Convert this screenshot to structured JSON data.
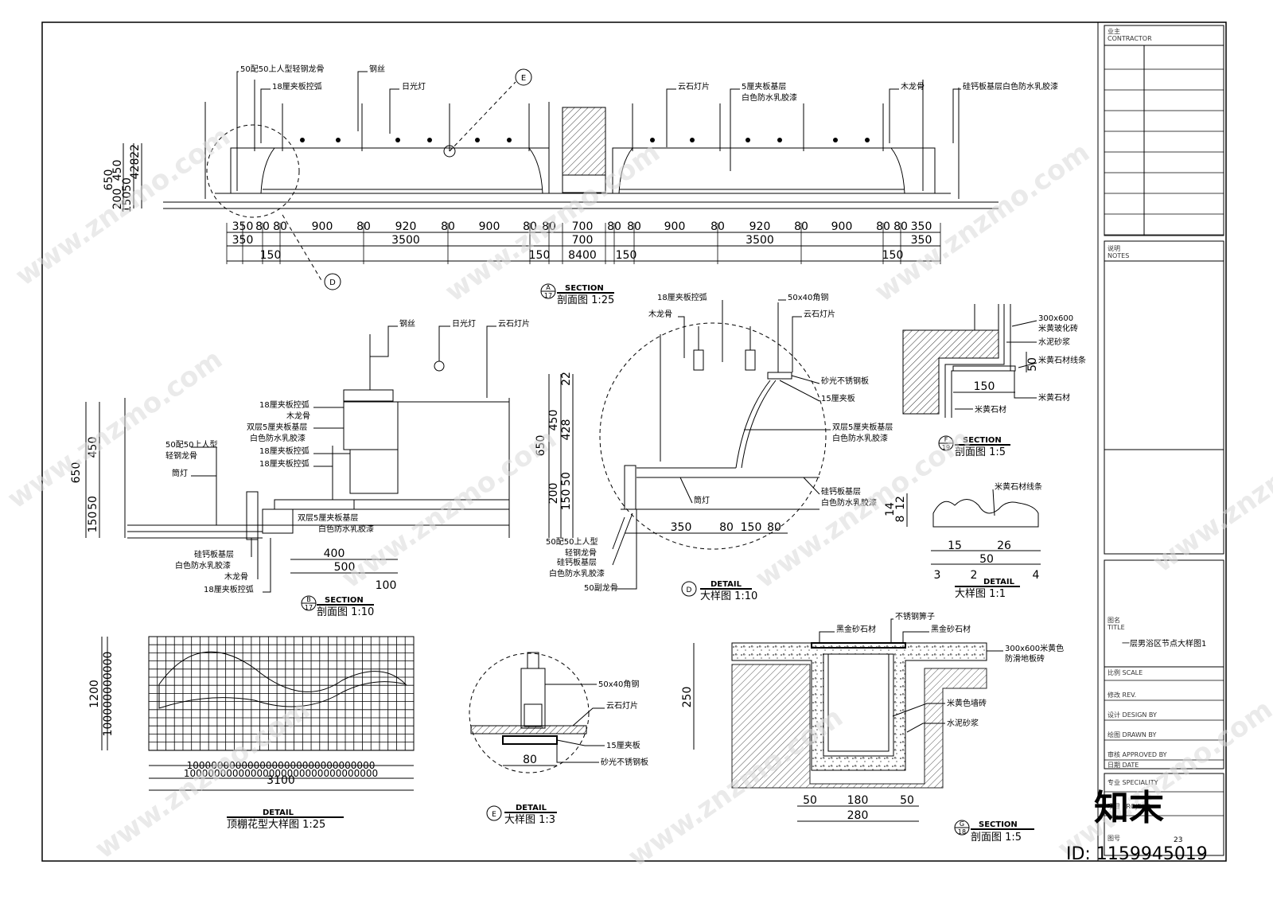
{
  "section_a": {
    "labels": [
      "50配50上人型轻钢龙骨",
      "钢丝",
      "18厘夹板控弧",
      "日光灯",
      "云石灯片",
      "5厘夹板基层",
      "白色防水乳胶漆",
      "木龙骨",
      "硅钙板基层白色防水乳胶漆"
    ],
    "vert_dims": [
      "650",
      "200",
      "450",
      "150",
      "50",
      "428",
      "22"
    ],
    "dims_row1": [
      "350",
      "80",
      "80",
      "900",
      "80",
      "920",
      "80",
      "900",
      "80",
      "80",
      "700",
      "80",
      "80",
      "900",
      "80",
      "920",
      "80",
      "900",
      "80",
      "80",
      "350"
    ],
    "dims_row2": [
      "350",
      "3500",
      "700",
      "3500",
      "350"
    ],
    "dims_row3": [
      "150",
      "150",
      "8400",
      "150",
      "150"
    ],
    "tag_letter": "A",
    "tag_num": "17",
    "tag_type": "SECTION",
    "caption": "剖面图 1:25",
    "callout_e": "E",
    "callout_d": "D"
  },
  "section_b": {
    "labels": [
      "钢丝",
      "日光灯",
      "云石灯片",
      "18厘夹板控弧",
      "木龙骨",
      "双层5厘夹板基层",
      "白色防水乳胶漆",
      "18厘夹板控弧",
      "18厘夹板控弧",
      "50配50上人型",
      "轻钢龙骨",
      "筒灯",
      "双层5厘夹板基层",
      "白色防水乳胶漆",
      "硅钙板基层",
      "白色防水乳胶漆",
      "木龙骨",
      "18厘夹板控弧"
    ],
    "left_dims": [
      "650",
      "450",
      "50",
      "150"
    ],
    "right_dims": [
      "22",
      "450",
      "428",
      "650",
      "200",
      "50",
      "150"
    ],
    "bottom_dims": [
      "400",
      "500",
      "100"
    ],
    "tag_letter": "B",
    "tag_num": "17",
    "tag_type": "SECTION",
    "caption": "剖面图 1:10"
  },
  "detail_d": {
    "labels": [
      "18厘夹板控弧",
      "木龙骨",
      "50x40角钢",
      "云石灯片",
      "砂光不锈钢板",
      "15厘夹板",
      "双层5厘夹板基层",
      "白色防水乳胶漆",
      "硅钙板基层",
      "白色防水乳胶漆",
      "筒灯",
      "50配50上人型",
      "轻钢龙骨",
      "硅钙板基层",
      "白色防水乳胶漆",
      "50副龙骨"
    ],
    "dims": [
      "350",
      "80",
      "150",
      "80"
    ],
    "tag_letter": "D",
    "tag_type": "DETAIL",
    "caption": "大样图 1:10"
  },
  "section_f": {
    "labels": [
      "300x600",
      "米黄玻化砖",
      "水泥砂浆",
      "米黄石材线条",
      "米黄石材",
      "米黄石材"
    ],
    "dims": [
      "50",
      "150"
    ],
    "tag_letter": "F",
    "tag_num": "19",
    "tag_type": "SECTION",
    "caption": "剖面图 1:5"
  },
  "detail_molding": {
    "labels": [
      "米黄石材线条"
    ],
    "vert_dims": [
      "14",
      "12",
      "8"
    ],
    "dims_row1": [
      "15",
      "26"
    ],
    "dims_row2": [
      "50"
    ],
    "dims_row3": [
      "3",
      "2",
      "4"
    ],
    "tag_type": "DETAIL",
    "caption": "大样图 1:1"
  },
  "ceiling_pattern": {
    "vert_dims": [
      "1200",
      "100000000000"
    ],
    "bottom_dims": [
      "1000000000000000000000000000000",
      "10000000000000000000000000000000",
      "3100"
    ],
    "tag_type": "DETAIL",
    "caption": "顶棚花型大样图 1:25"
  },
  "detail_e": {
    "labels": [
      "50x40角钢",
      "云石灯片",
      "15厘夹板",
      "砂光不锈钢板"
    ],
    "dims": [
      "80"
    ],
    "tag_letter": "E",
    "tag_type": "DETAIL",
    "caption": "大样图 1:3"
  },
  "section_g": {
    "labels": [
      "黑金砂石材",
      "不锈钢箅子",
      "黑金砂石材",
      "300x600米黄色",
      "防滑地板砖",
      "米黄色墙砖",
      "水泥砂浆"
    ],
    "vert_dims": [
      "250"
    ],
    "dims_row1": [
      "50",
      "180",
      "50"
    ],
    "dims_row2": [
      "280"
    ],
    "tag_letter": "G",
    "tag_num": "18",
    "tag_type": "SECTION",
    "caption": "剖面图 1:5"
  },
  "title_block": {
    "client_label": "业主",
    "client_en": "CONTRACTOR",
    "notes_label": "说明",
    "notes_en": "NOTES",
    "title_label": "图名",
    "title_en": "TITLE",
    "drawing_title": "一层男浴区节点大样图1",
    "rows": [
      "比例 SCALE",
      "修改 REV.",
      "设计 DESIGN BY",
      "绘图 DRAWN BY",
      "审核 APPROVED BY",
      "日期 DATE"
    ],
    "rows2": [
      "专业 SPECIALITY",
      "项目 PROJECT",
      "图号"
    ],
    "sheet_no": "23"
  },
  "watermark": {
    "text": "www.znzmo.com",
    "brand": "知末",
    "id": "ID: 1159945019"
  }
}
